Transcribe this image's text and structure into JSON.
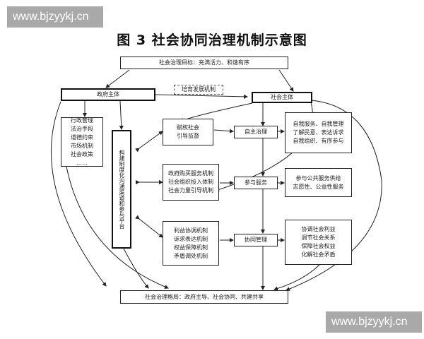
{
  "watermark": {
    "top": "www.bjzyykj.cn",
    "bottom": "www.bjzyykj.cn"
  },
  "title": "图 3   社会协同治理机制示意图",
  "nodes": {
    "goal": "社会治理目标：充满活力、和谐有序",
    "gov_subject": "政府主体",
    "cultivate": "培育发展机制",
    "social_subject": "社会主体",
    "gov_tools": "行政管理\n法治手段\n道德约束\n市场机制\n社会政策\n……",
    "channel": "构建制度化沟通渠道和参与平台",
    "empower": "赋权社会\n引导监督",
    "purchase": "政府购买服务机制\n社会组织投入体制\n社会力量引导机制",
    "interest": "利益协调机制\n诉求表达机制\n权益保障机制\n矛盾调处机制",
    "self_gov": "自主治理",
    "participate": "参与服务",
    "co_manage": "协同管理",
    "self_result": "自我服务、自我管理\n了解民意、表达诉求\n自我组织、有序参与",
    "part_result": "参与公共服务供给\n志愿性、公益性服务",
    "co_result": "协调社会利益\n调节社会关系\n保障社会权益\n化解社会矛盾",
    "pattern": "社会治理格局：政府主导、社会协同、共建共享"
  }
}
